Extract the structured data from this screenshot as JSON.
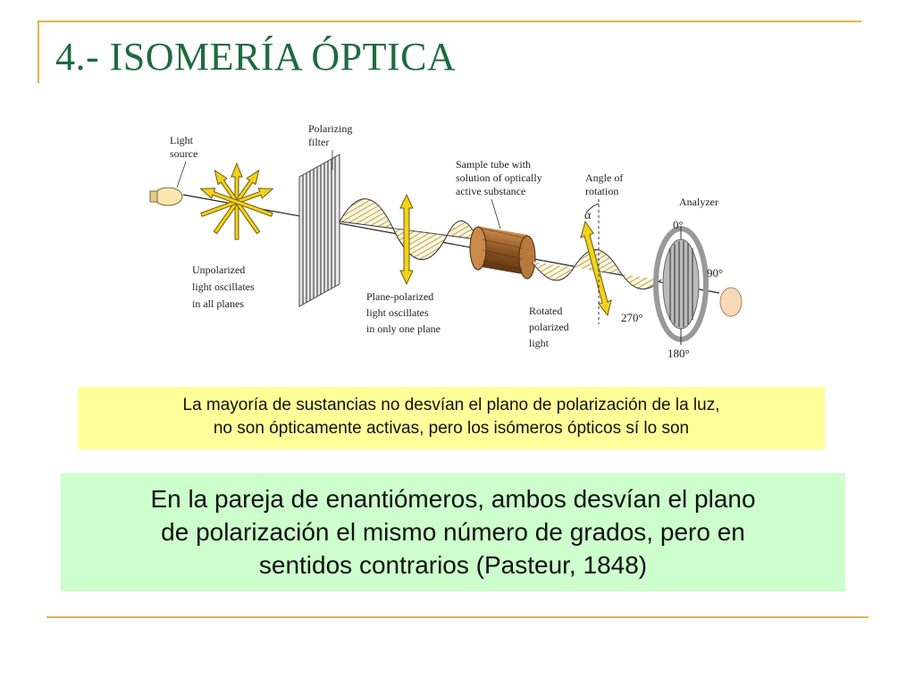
{
  "slide": {
    "title": "4.- ISOMERÍA ÓPTICA"
  },
  "diagram": {
    "labels": {
      "light_source_1": "Light",
      "light_source_2": "source",
      "polarizing_filter_1": "Polarizing",
      "polarizing_filter_2": "filter",
      "sample_tube_1": "Sample tube with",
      "sample_tube_2": "solution of optically",
      "sample_tube_3": "active substance",
      "angle_1": "Angle of",
      "angle_2": "rotation",
      "alpha": "α",
      "analyzer": "Analyzer",
      "deg_0": "0°",
      "deg_90": "90°",
      "deg_180": "180°",
      "deg_270": "270°",
      "unpolarized_1": "Unpolarized",
      "unpolarized_2": "light oscillates",
      "unpolarized_3": "in all planes",
      "plane_polarized_1": "Plane-polarized",
      "plane_polarized_2": "light oscillates",
      "plane_polarized_3": "in only one plane",
      "rotated_1": "Rotated",
      "rotated_2": "polarized",
      "rotated_3": "light"
    }
  },
  "note": {
    "line1": "La mayoría de sustancias no desvían el plano de polarización de la luz,",
    "line2": "no son ópticamente activas, pero los isómeros ópticos sí lo son"
  },
  "highlight": {
    "line1": "En la pareja de enantiómeros, ambos desvían el plano",
    "line2": "de polarización el mismo número de grados, pero en",
    "line3": "sentidos contrarios (Pasteur, 1848)"
  },
  "colors": {
    "title": "#1d6b3f",
    "rule": "#e0b54a",
    "note_bg": "#ffff99",
    "highlight_bg": "#ccffcc",
    "arrow_yellow": "#f2d21b",
    "tube_brown": "#a0642a"
  }
}
